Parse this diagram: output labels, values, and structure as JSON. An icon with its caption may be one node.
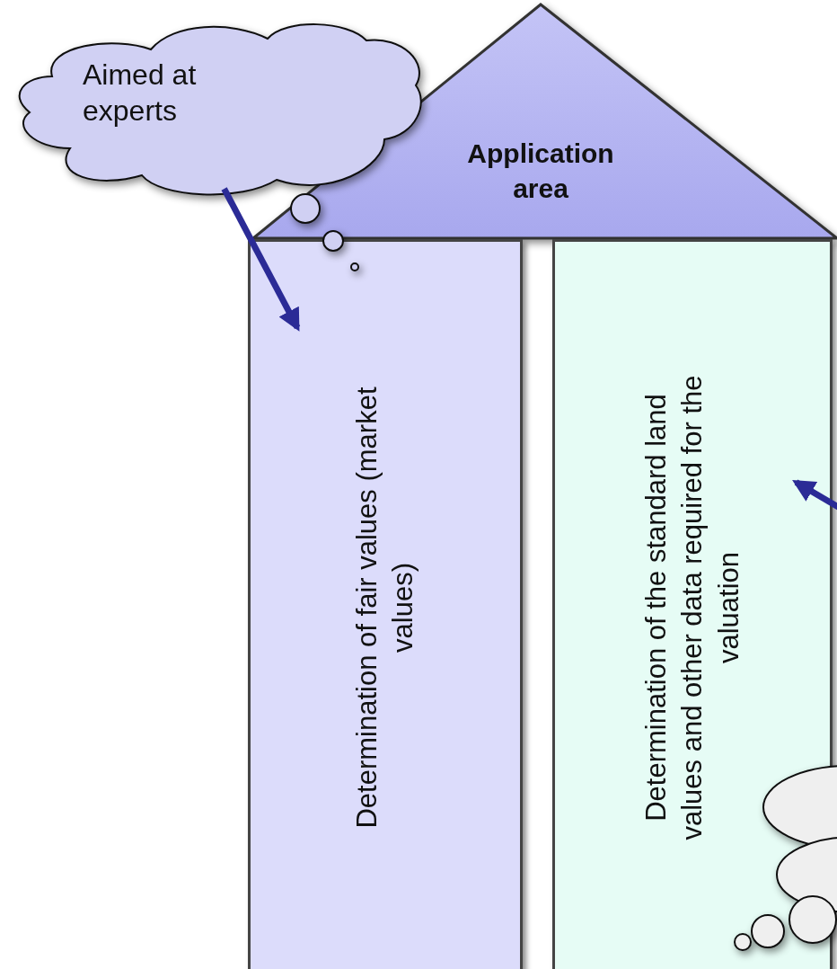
{
  "diagram": {
    "nodes": [
      {
        "text": [
          "Aimed at experts"
        ]
      },
      {
        "text": [
          "Application area"
        ]
      },
      {
        "text": [
          "Determination of fair values (market values)"
        ]
      },
      {
        "text": [
          "Determination of the standard land values and other data required for the valuation"
        ]
      },
      {
        "text": [],
        "shape": "cloud"
      }
    ],
    "edges": [
      {
        "from": 0,
        "to": 2,
        "arrow": "to"
      },
      {
        "from": null,
        "to": 3,
        "arrow": "to"
      }
    ]
  }
}
